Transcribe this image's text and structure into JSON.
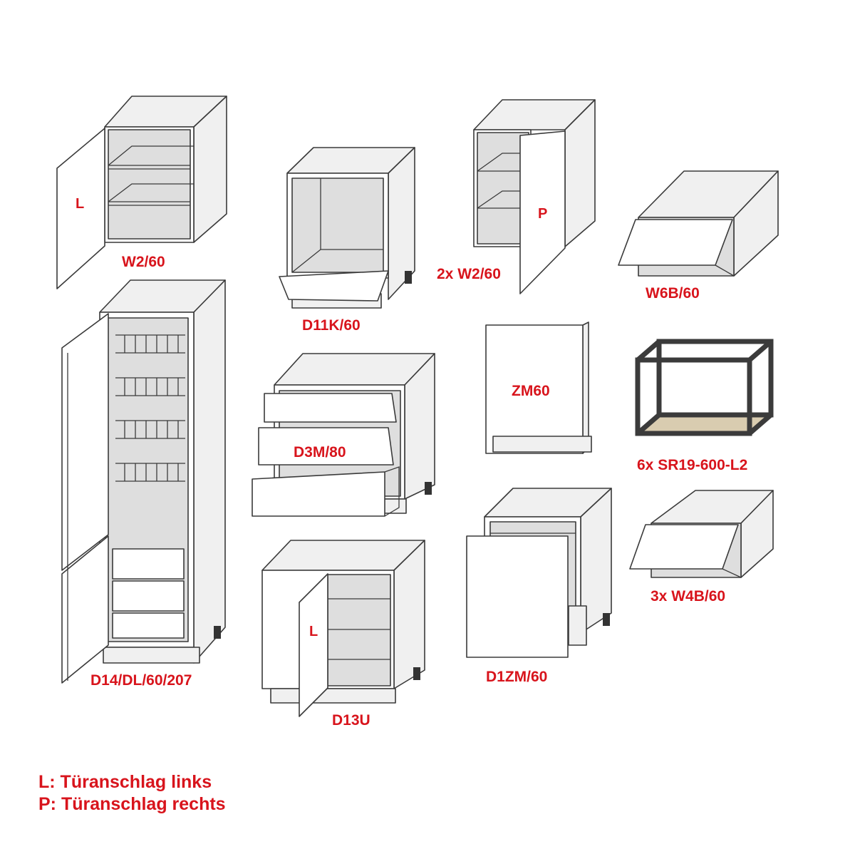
{
  "cabinets": [
    {
      "code": "W2/60",
      "hinge": "L"
    },
    {
      "code": "D11K/60"
    },
    {
      "code": "2x W2/60",
      "hinge": "P"
    },
    {
      "code": "W6B/60"
    },
    {
      "code": "D14/DL/60/207"
    },
    {
      "code": "D3M/80"
    },
    {
      "code": "ZM60"
    },
    {
      "code": "6x SR19-600-L2"
    },
    {
      "code": "D13U",
      "hinge": "L"
    },
    {
      "code": "D1ZM/60"
    },
    {
      "code": "3x W4B/60"
    }
  ],
  "legend": [
    {
      "text": "L: Türanschlag links"
    },
    {
      "text": "P: Türanschlag rechts"
    }
  ],
  "colors": {
    "label": "#d8141c",
    "outline": "#3a3a3a",
    "frame": "#3b3b3b",
    "shelf_board": "#d9ccb0"
  }
}
